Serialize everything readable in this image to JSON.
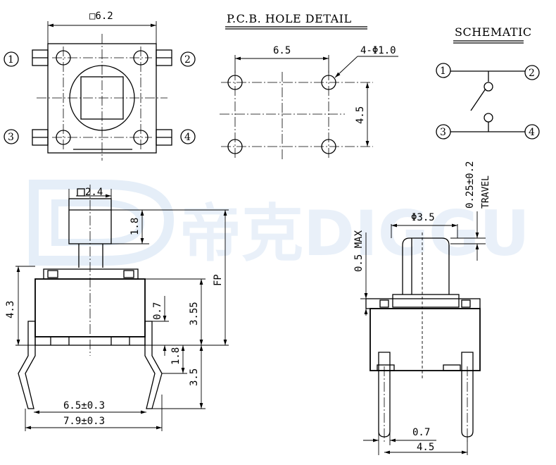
{
  "watermark": {
    "text": "帝克DIGGU",
    "mark": "D"
  },
  "top_view": {
    "size_label": "□6.2",
    "pin_labels": [
      "1",
      "2",
      "3",
      "4"
    ]
  },
  "pcb_hole_detail": {
    "title": "P.C.B. HOLE DETAIL",
    "pitch_x": "6.5",
    "pitch_y": "4.5",
    "hole_callout": "4-Φ1.0"
  },
  "schematic": {
    "title": "SCHEMATIC",
    "pins": [
      "1",
      "2",
      "3",
      "4"
    ]
  },
  "side_view": {
    "actuator_width": "2.4",
    "actuator_height": "1.8",
    "body_height": "4.3",
    "fp": "FP",
    "base_to_top": "3.55",
    "standoff": "0.7",
    "lead_bend": "1.8",
    "lead_length": "3.5",
    "pitch": "6.5±0.3",
    "overall_width": "7.9±0.3"
  },
  "front_view": {
    "actuator_diameter": "Φ3.5",
    "travel_value": "0.25±0.2",
    "travel_label": "TRAVEL",
    "max_label": "0.5 MAX",
    "lead_width": "0.7",
    "lead_pitch": "4.5"
  }
}
